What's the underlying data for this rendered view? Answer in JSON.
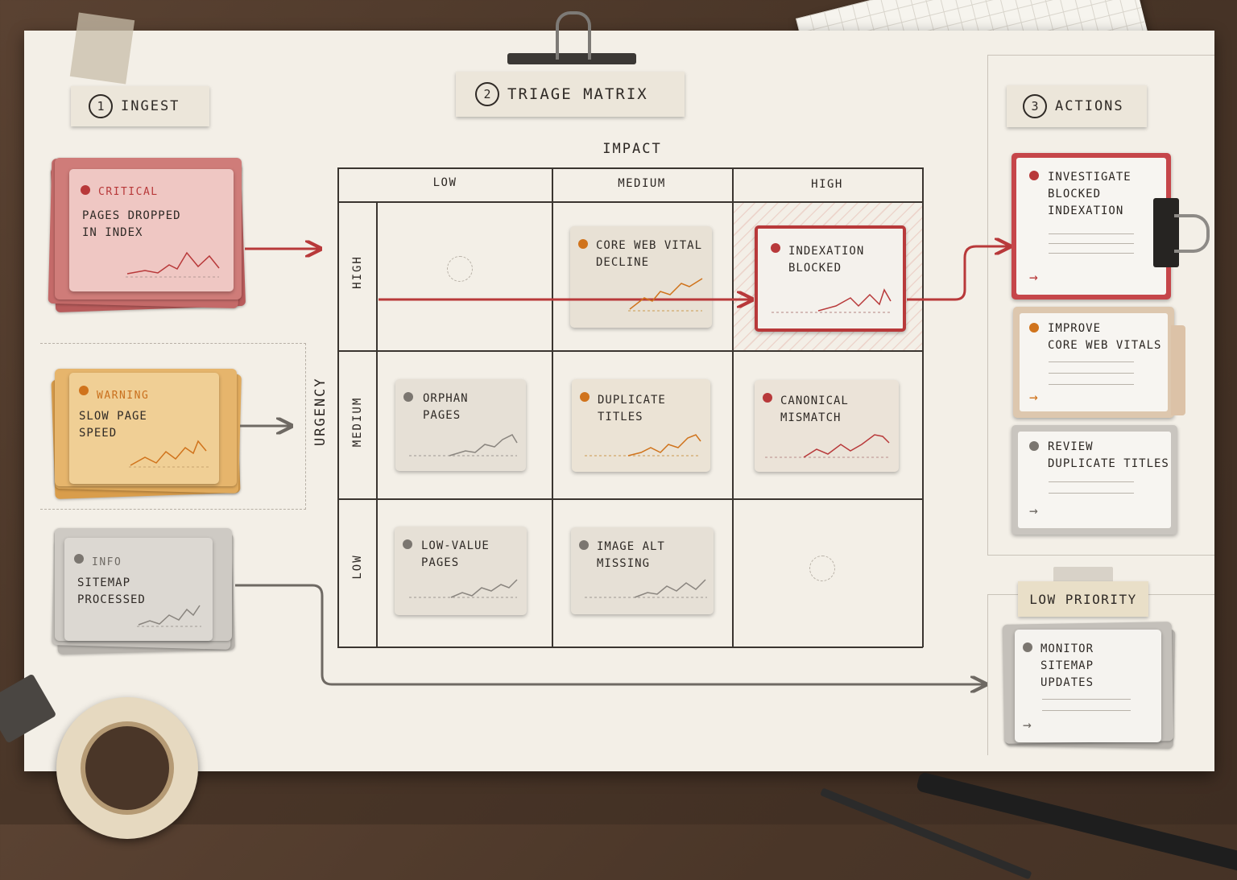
{
  "sections": {
    "ingest": {
      "number": "1",
      "label": "INGEST"
    },
    "triage": {
      "number": "2",
      "label": "TRIAGE MATRIX"
    },
    "actions": {
      "number": "3",
      "label": "ACTIONS"
    },
    "low_priority": {
      "label": "LOW PRIORITY"
    }
  },
  "ingest_items": [
    {
      "severity": "CRITICAL",
      "title": "PAGES DROPPED\nIN INDEX",
      "color": "#b8393a"
    },
    {
      "severity": "WARNING",
      "title": "SLOW PAGE\nSPEED",
      "color": "#d0731c"
    },
    {
      "severity": "INFO",
      "title": "SITEMAP\nPROCESSED",
      "color": "#7b7670"
    }
  ],
  "matrix": {
    "x_axis_title": "IMPACT",
    "y_axis_title": "URGENCY",
    "columns": [
      "LOW",
      "MEDIUM",
      "HIGH"
    ],
    "rows": [
      "HIGH",
      "MEDIUM",
      "LOW"
    ],
    "cards": [
      {
        "title": "CORE WEB VITAL\nDECLINE",
        "color": "#d0731c"
      },
      {
        "title": "INDEXATION\nBLOCKED",
        "color": "#b8393a"
      },
      {
        "title": "ORPHAN\nPAGES",
        "color": "#7b7670"
      },
      {
        "title": "DUPLICATE\nTITLES",
        "color": "#d0731c"
      },
      {
        "title": "CANONICAL\nMISMATCH",
        "color": "#b8393a"
      },
      {
        "title": "LOW-VALUE\nPAGES",
        "color": "#7b7670"
      },
      {
        "title": "IMAGE ALT\nMISSING",
        "color": "#7b7670"
      }
    ]
  },
  "actions": [
    {
      "title": "INVESTIGATE\nBLOCKED\nINDEXATION",
      "color": "#b8393a"
    },
    {
      "title": "IMPROVE\nCORE WEB VITALS",
      "color": "#d0731c"
    },
    {
      "title": "REVIEW\nDUPLICATE TITLES",
      "color": "#7b7670"
    }
  ],
  "low_priority_items": [
    {
      "title": "MONITOR\nSITEMAP\nUPDATES",
      "color": "#7b7670"
    }
  ]
}
